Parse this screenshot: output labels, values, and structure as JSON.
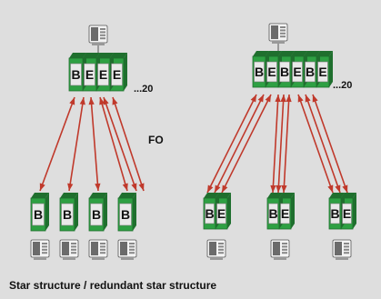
{
  "diagram": {
    "fo_label": "FO",
    "left_count": "...20",
    "right_count": "...20",
    "caption": "Star structure / redundant star structure",
    "module_letters": [
      "B",
      "E"
    ],
    "colors": {
      "background": "#dedede",
      "module_green": "#2ea043",
      "module_dark": "#1f6f2e",
      "fiber_red": "#c0392b",
      "device_gray": "#bdbdbd"
    },
    "icons": [
      "terminal-device-icon",
      "switch-module-icon"
    ]
  }
}
